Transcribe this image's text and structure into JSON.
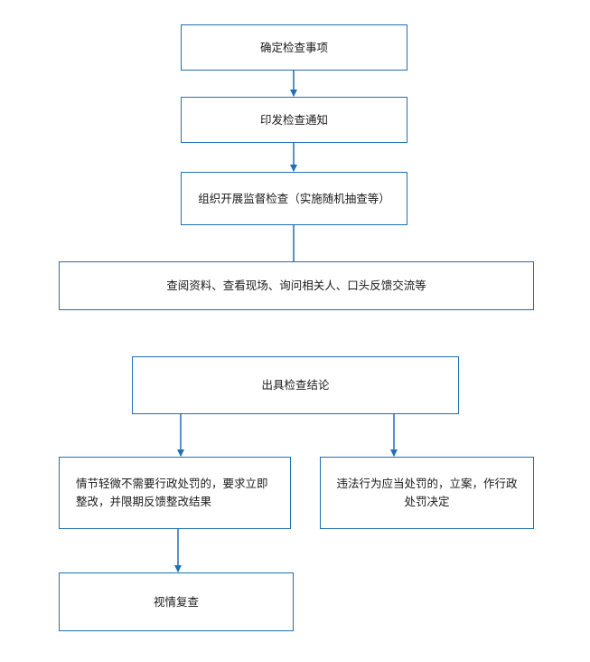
{
  "flowchart": {
    "step1": "确定检查事项",
    "step2": "印发检查通知",
    "step3": "组织开展监督检查（实施随机抽查等）",
    "step4": "查阅资料、查看现场、询问相关人、口头反馈交流等",
    "step5": "出具检查结论",
    "step6": "情节轻微不需要行政处罚的，要求立即整改，并限期反馈整改结果",
    "step7": "违法行为应当处罚的，立案，作行政处罚决定",
    "step8": "视情复查"
  },
  "colors": {
    "border": "#1f6fb5",
    "arrow": "#1f6fb5"
  }
}
